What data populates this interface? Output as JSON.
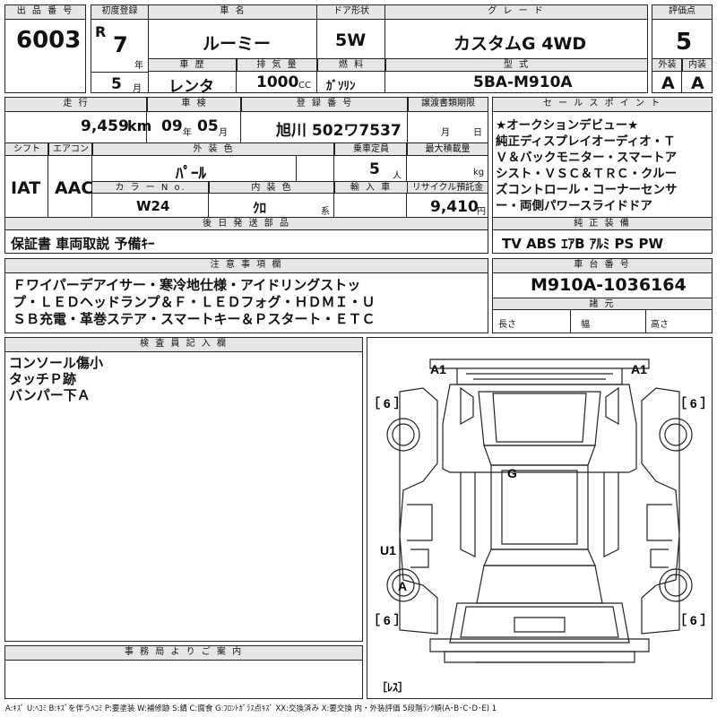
{
  "labels": {
    "lot_no": "出 品 番 号",
    "first_reg": "初度登録",
    "car_name": "車 名",
    "door_type": "ドア形状",
    "grade": "グ レ ー ド",
    "score": "評価点",
    "history": "車 歴",
    "displacement": "排 気 量",
    "fuel": "燃 料",
    "model_code": "型 式",
    "exterior": "外装",
    "interior": "内装",
    "mileage": "走 行",
    "inspection": "車 検",
    "reg_no": "登 録 番 号",
    "transfer_doc": "譲渡書類期限",
    "shift": "シフト",
    "aircon": "エアコン",
    "ext_color": "外 装 色",
    "capacity": "乗車定員",
    "max_load": "最大積載量",
    "color_no": "カ ラ ー N o.",
    "int_color": "内 装 色",
    "import": "輸 入 車",
    "recycle": "リサイクル預託金",
    "sales_points": "セ ー ル ス ポ イ ン ト",
    "accessories": "後 日 発 送 部 品",
    "std_equipment": "純 正 装 備",
    "notes": "注 意 事 項 欄",
    "chassis_no": "車 台 番 号",
    "dims": "諸 元",
    "length": "長さ",
    "width": "幅",
    "height": "高さ",
    "inspector": "検 査 員 記 入 欄",
    "office": "事 務 局 よ り ご 案 内"
  },
  "values": {
    "lot_no": "6003",
    "era": "R",
    "reg_year": "7",
    "year_unit": "年",
    "reg_month": "5",
    "month_unit": "月",
    "car_name": "ルーミー",
    "door_type": "5W",
    "grade": "カスタムG 4WD",
    "score": "5",
    "history": "レンタ",
    "displacement": "1000",
    "cc_unit": "CC",
    "fuel": "ｶﾞｿﾘﾝ",
    "model_code": "5BA-M910A",
    "exterior_grade": "A",
    "interior_grade": "A",
    "mileage": "9,459",
    "km_unit": "km",
    "insp_year": "09",
    "insp_month": "05",
    "year_short": "年",
    "month_short": "月",
    "reg_no": "旭川 502ワ7537",
    "transfer_month_unit": "月",
    "transfer_day_unit": "日",
    "shift": "IAT",
    "aircon": "AAC",
    "ext_color": "ﾊﾟｰﾙ",
    "capacity": "5",
    "capacity_unit": "人",
    "load_unit": "kg",
    "color_no": "W24",
    "int_color": "ｸﾛ",
    "int_unit": "系",
    "recycle": "9,410",
    "yen_unit": "円",
    "sales_points": [
      "★オークションデビュー★",
      "純正ディスプレイオーディオ・Ｔ",
      "Ｖ＆バックモニター・スマートア",
      "シスト・ＶＳＣ＆ＴＲＣ・クルー",
      "ズコントロール・コーナーセンサ",
      "ー・両側パワースライドドア"
    ],
    "accessories": "保証書 車両取説 予備ｷｰ",
    "std_equipment": "TV ABS ｴｱB ｱﾙﾐ PS PW",
    "notes": [
      "Ｆワイパーデアイサー・寒冷地仕様・アイドリングストッ",
      "プ・ＬＥＤヘッドランプ＆Ｆ・ＬＥＤフォグ・ＨＤＭＩ・Ｕ",
      "ＳＢ充電・革巻ステア・スマートキー＆Ｐスタート・ＥＴＣ"
    ],
    "chassis_no": "M910A-1036164",
    "inspector_notes": [
      "コンソール傷小",
      "タッチＰ跡",
      "バンパー下Ａ"
    ]
  },
  "diagram": {
    "marks": {
      "a1_left": "A1",
      "a1_right": "A1",
      "g": "G",
      "u1": "U1",
      "a": "A",
      "six_tl": "［ 6 ］",
      "six_tr": "［ 6 ］",
      "six_bl": "［ 6 ］",
      "six_br": "［ 6 ］",
      "res": "［ﾚｽ］"
    }
  },
  "legend": "A:ｷｽﾞ U:ﾍｺﾐ B:ｷｽﾞを伴うﾍｺﾐ P:要塗装 W:補修跡 S:錆 C:腐食 G:ﾌﾛﾝﾄｶﾞﾗｽ点ｷｽﾞ XX:交換済み X:要交換 内・外装評価 5段階ﾗﾝｸ順(A･B･C･D･E) 1"
}
